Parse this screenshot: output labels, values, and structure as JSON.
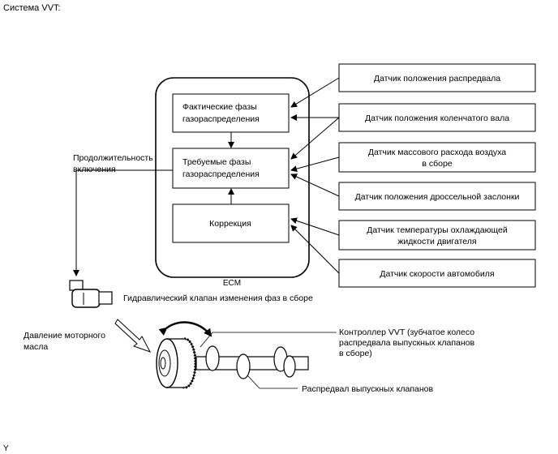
{
  "title": "Система VVT:",
  "footer_mark": "Y",
  "ecm": {
    "label": "ECM",
    "blocks": {
      "actual": [
        "Фактические фазы",
        "газораспределения"
      ],
      "target": [
        "Требуемые фазы",
        "газораспределения"
      ],
      "correction": [
        "Коррекция"
      ]
    }
  },
  "sensors": [
    [
      "Датчик положения распредвала"
    ],
    [
      "Датчик положения коленчатого вала"
    ],
    [
      "Датчик массового расхода воздуха",
      "в сборе"
    ],
    [
      "Датчик положения дроссельной заслонки"
    ],
    [
      "Датчик температуры охлаждающей",
      "жидкости двигателя"
    ],
    [
      "Датчик скорости автомобиля"
    ]
  ],
  "duty_label": [
    "Продолжительность",
    "включения"
  ],
  "ocv_label": "Гидравлический клапан изменения фаз в сборе",
  "oil_label": [
    "Давление моторного",
    "масла"
  ],
  "controller_label": [
    "Контроллер VVT (зубчатое колесо",
    "распредвала выпускных клапанов",
    "в сборе)"
  ],
  "camshaft_label": "Распредвал выпускных клапанов"
}
